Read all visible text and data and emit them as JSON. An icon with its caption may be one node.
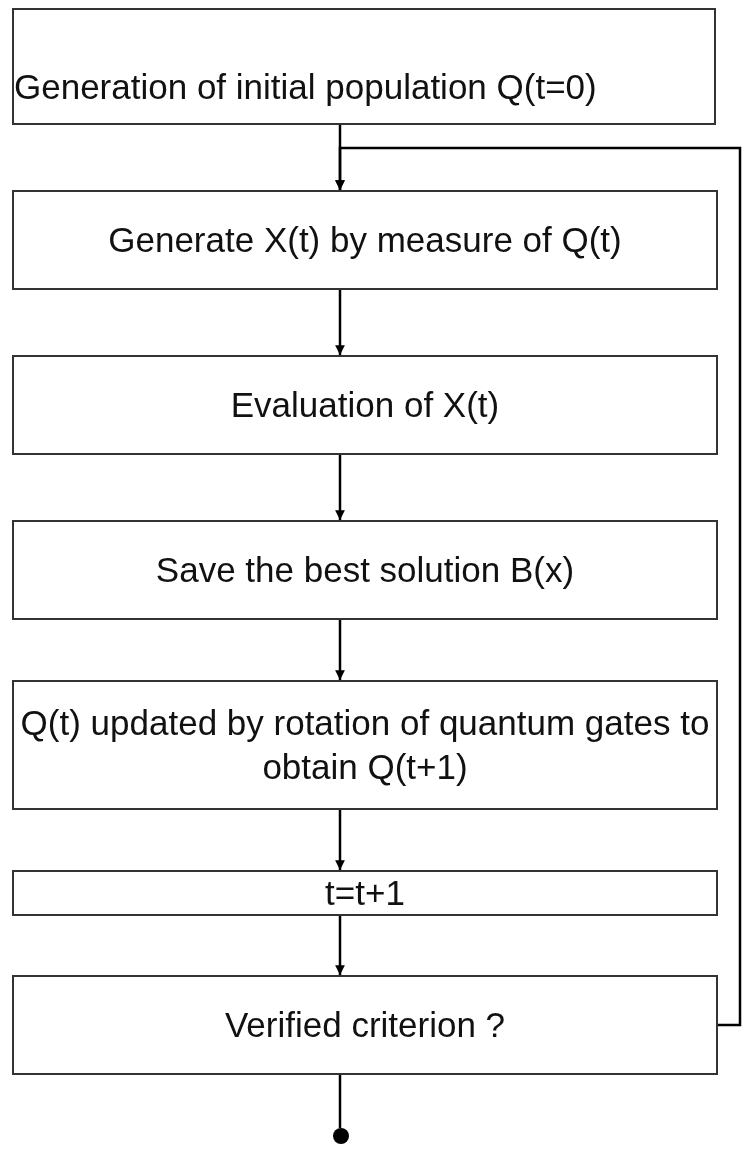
{
  "diagram": {
    "nodes": [
      {
        "text": [
          "Generation of initial population Q(t=0)"
        ]
      },
      {
        "text": [
          "Generate X(t) by measure of Q(t)"
        ]
      },
      {
        "text": [
          "Evaluation of X(t)"
        ]
      },
      {
        "text": [
          "Save the best solution B(x)"
        ]
      },
      {
        "text": [
          "Q(t) updated by rotation of quantum gates to obtain Q(t+1)"
        ]
      },
      {
        "text": [
          "t=t+1"
        ]
      },
      {
        "text": [
          "Verified criterion ?"
        ]
      },
      {
        "text": [],
        "shape": "circle"
      }
    ],
    "edges": [
      {
        "from": 0,
        "to": 1,
        "arrow": "to"
      },
      {
        "from": 1,
        "to": 2,
        "arrow": "to"
      },
      {
        "from": 2,
        "to": 3,
        "arrow": "to"
      },
      {
        "from": 3,
        "to": 4,
        "arrow": "to"
      },
      {
        "from": 4,
        "to": 5,
        "arrow": "to"
      },
      {
        "from": 5,
        "to": 6,
        "arrow": "to"
      },
      {
        "from": 6,
        "to": 7,
        "arrow": "none"
      },
      {
        "from": 6,
        "to": 1,
        "arrow": "to"
      }
    ]
  }
}
